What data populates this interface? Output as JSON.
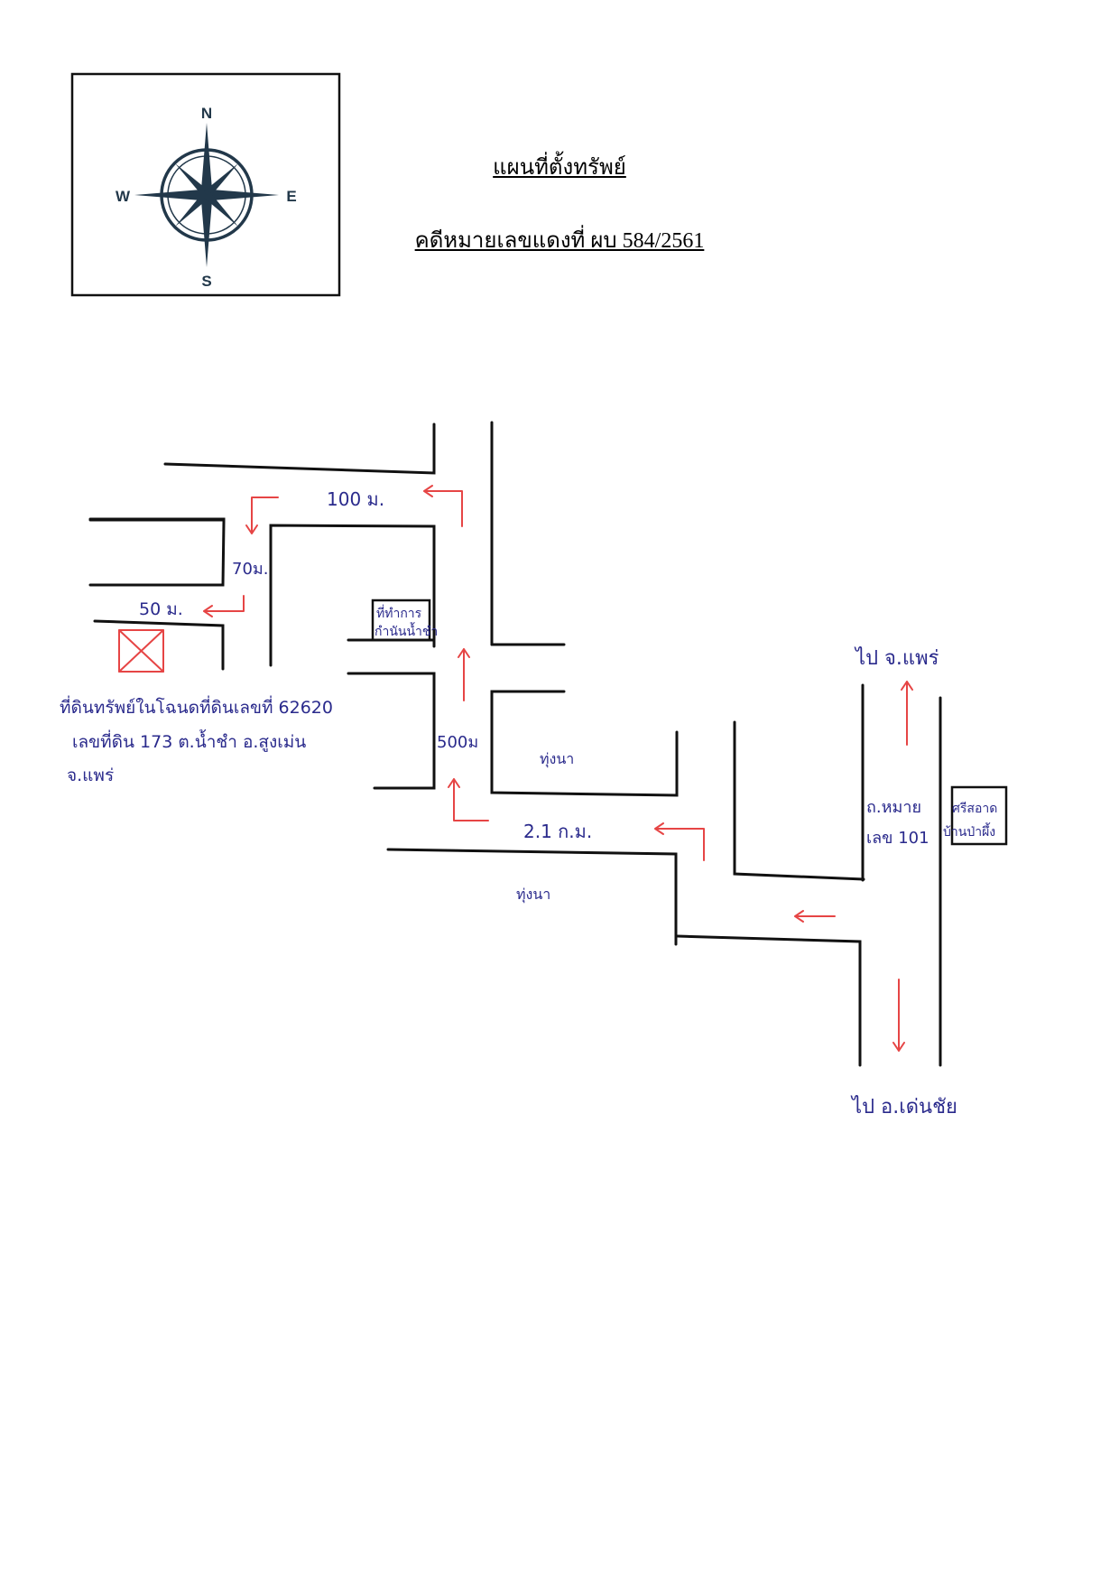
{
  "title": "แผนที่ตั้งทรัพย์",
  "case_number": "คดีหมายเลขแดงที่  ผบ 584/2561",
  "compass": {
    "n": "N",
    "s": "S",
    "e": "E",
    "w": "W",
    "icon": "compass-rose-icon",
    "color": "#22384a"
  },
  "labels": {
    "d100": "100 ม.",
    "d70": "70ม.",
    "d50": "50 ม.",
    "d500": "500ม",
    "d21": "2.1 ก.ม.",
    "office_1": "ที่ทำการ",
    "office_2": "กำนันน้ำชำ",
    "field_1": "ทุ่งนา",
    "field_2": "ทุ่งนา",
    "property_1": "ที่ดินทรัพย์ในโฉนดที่ดินเลขที่ 62620",
    "property_2": "เลขที่ดิน 173 ต.น้ำชำ อ.สูงเม่น",
    "property_3": "จ.แพร่",
    "highway_1": "ถ.หมาย",
    "highway_2": "เลข 101",
    "school_1": "ศรีสอาด",
    "school_2": "บ้านป่าผึ้ง",
    "to_phrae": "ไป จ.แพร่",
    "to_denchai": "ไป อ.เด่นชัย"
  },
  "colors": {
    "route": "#e64545",
    "ink": "#2a2a8c",
    "road": "#111111"
  }
}
